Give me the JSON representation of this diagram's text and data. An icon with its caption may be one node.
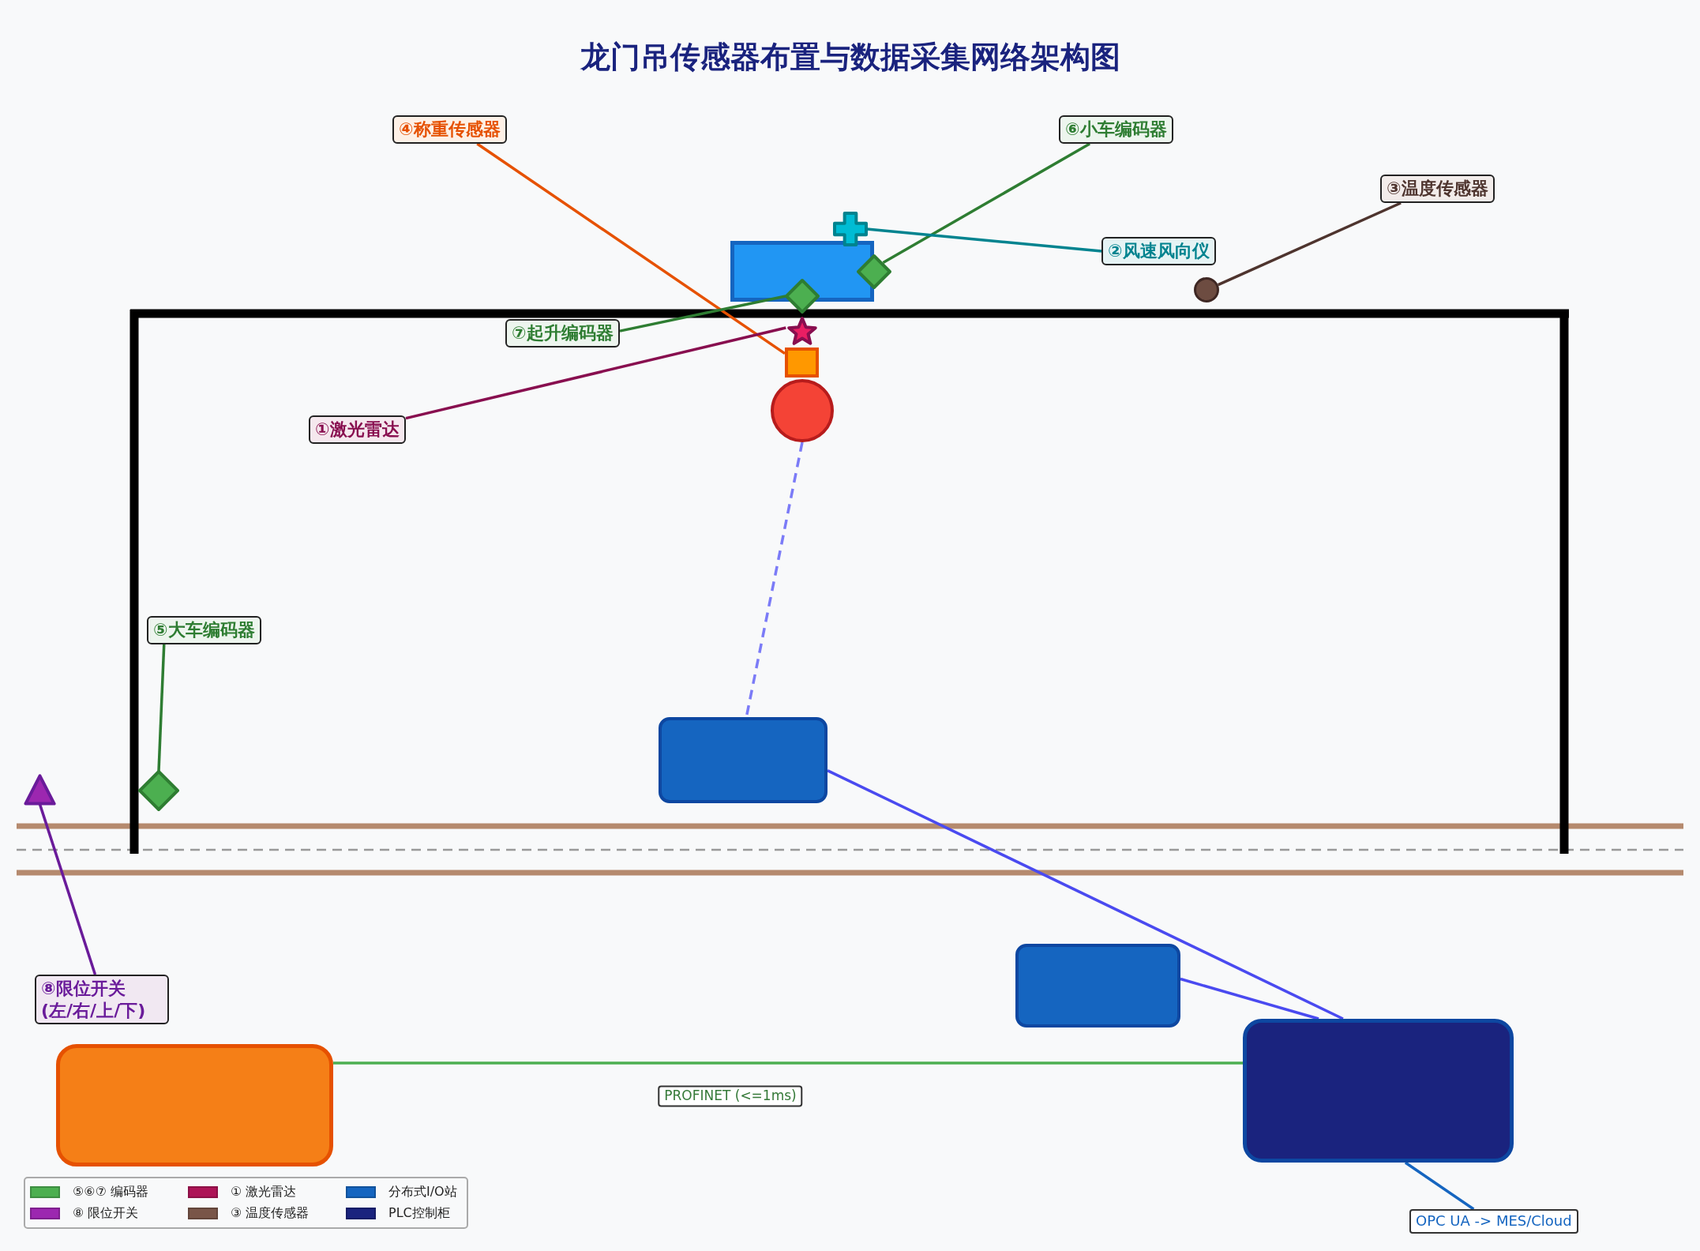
{
  "diagram": {
    "title": "龙门吊传感器布置与数据采集网络架构图",
    "nodes": [
      {
        "text": [
          "④称重传感器"
        ]
      },
      {
        "text": [
          "⑥小车编码器"
        ]
      },
      {
        "text": [
          "③温度传感器"
        ]
      },
      {
        "text": [],
        "shape": "cross"
      },
      {
        "text": [],
        "shape": "diamond"
      },
      {
        "text": [
          "②风速风向仪"
        ]
      },
      {
        "text": [],
        "shape": "circle"
      },
      {
        "text": [],
        "shape": "diamond"
      },
      {
        "text": [],
        "shape": "star"
      },
      {
        "text": [],
        "shape": "box"
      },
      {
        "text": [
          "⑦起升编码器"
        ]
      },
      {
        "text": [],
        "shape": "circle"
      },
      {
        "text": [
          "①激光雷达"
        ]
      },
      {
        "text": [
          "⑤大车编码器"
        ]
      },
      {
        "text": [],
        "shape": "box"
      },
      {
        "text": [],
        "shape": "diamond"
      },
      {
        "text": [],
        "shape": "triangle"
      },
      {
        "text": [],
        "shape": "box"
      },
      {
        "text": [],
        "shape": "box"
      },
      {
        "text": [
          "⑧限位开关 (左/右/上/下)"
        ]
      },
      {
        "text": [],
        "shape": "box"
      },
      {
        "text": [
          "OPC UA -> MES/Cloud"
        ]
      }
    ],
    "edges": [
      {
        "from": 0,
        "to": 9,
        "arrow": "none",
        "color": "#e65100"
      },
      {
        "from": 1,
        "to": 4,
        "arrow": "none",
        "color": "#2e7d32"
      },
      {
        "from": 2,
        "to": 6,
        "arrow": "none",
        "color": "#4e342e"
      },
      {
        "from": 5,
        "to": 3,
        "arrow": "none",
        "color": "#00838f"
      },
      {
        "from": 10,
        "to": 7,
        "arrow": "none",
        "color": "#2e7d32"
      },
      {
        "from": 12,
        "to": 8,
        "arrow": "none",
        "color": "#880e4f"
      },
      {
        "from": 13,
        "to": 15,
        "arrow": "none",
        "color": "#2e7d32"
      },
      {
        "from": 19,
        "to": 16,
        "arrow": "none",
        "color": "#6a1b9a"
      },
      {
        "from": 11,
        "to": 14,
        "arrow": "none",
        "style": "dashed",
        "color": "#7b7bf7"
      },
      {
        "from": 14,
        "to": 18,
        "arrow": "none",
        "color": "#4a4af0"
      },
      {
        "from": 17,
        "to": 18,
        "arrow": "none",
        "color": "#4a4af0"
      },
      {
        "from": 20,
        "to": 18,
        "arrow": "none",
        "label": "PROFINET (<=1ms)",
        "color": "#4caf50"
      },
      {
        "from": 18,
        "to": 21,
        "arrow": "none",
        "color": "#1565c0"
      }
    ],
    "legend": [
      {
        "text": "⑤⑥⑦ 编码器",
        "color": "#4caf50"
      },
      {
        "text": "① 激光雷达",
        "color": "#ad1457"
      },
      {
        "text": "分布式I/O站",
        "color": "#1565c0"
      },
      {
        "text": "⑧ 限位开关",
        "color": "#9c27b0"
      },
      {
        "text": "③ 温度传感器",
        "color": "#795548"
      },
      {
        "text": "PLC控制柜",
        "color": "#1a237e"
      }
    ]
  }
}
